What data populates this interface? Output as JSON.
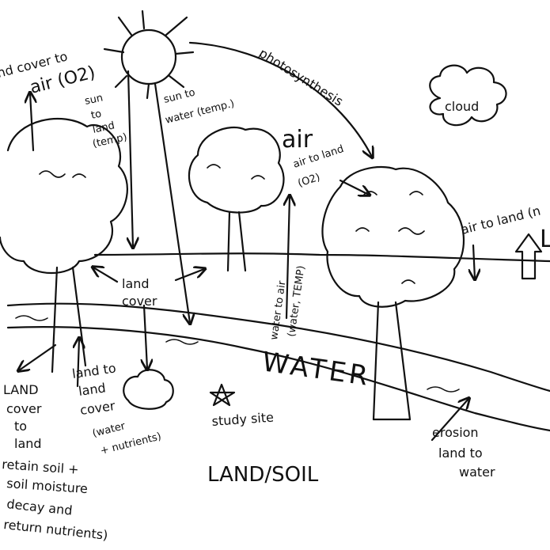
{
  "labels": {
    "land_cover_to_air": [
      "nd cover to",
      "air (O2)"
    ],
    "sun_to_land": [
      "sun",
      "to",
      "land",
      "(temp)"
    ],
    "sun_to_water": [
      "sun to",
      "water (temp.)"
    ],
    "photosynthesis": "photosynthesis",
    "cloud": "cloud",
    "air": "air",
    "air_to_land_o2": [
      "air to land",
      "(O2)"
    ],
    "air_to_land_right": "air to land (n",
    "land_cover_mid": [
      "land",
      "cover"
    ],
    "water_to_air": [
      "water to air",
      "(water, TEMP)"
    ],
    "water": "WATER",
    "land_cover_to_land": [
      "LAND",
      "cover",
      "to",
      "land",
      "retain soil +",
      "soil moisture",
      "decay and",
      "return nutrients)"
    ],
    "land_to_land_cover": [
      "land to",
      "land",
      "cover",
      "(water",
      "+ nutrients)"
    ],
    "study_site": "study site",
    "land_soil": "LAND/SOIL",
    "erosion": [
      "erosion",
      "land to",
      "water"
    ],
    "right_edge_l": "L"
  },
  "icons": [
    "sun-icon",
    "cloud-icon",
    "star-icon",
    "tree-icon",
    "up-arrow-icon"
  ]
}
